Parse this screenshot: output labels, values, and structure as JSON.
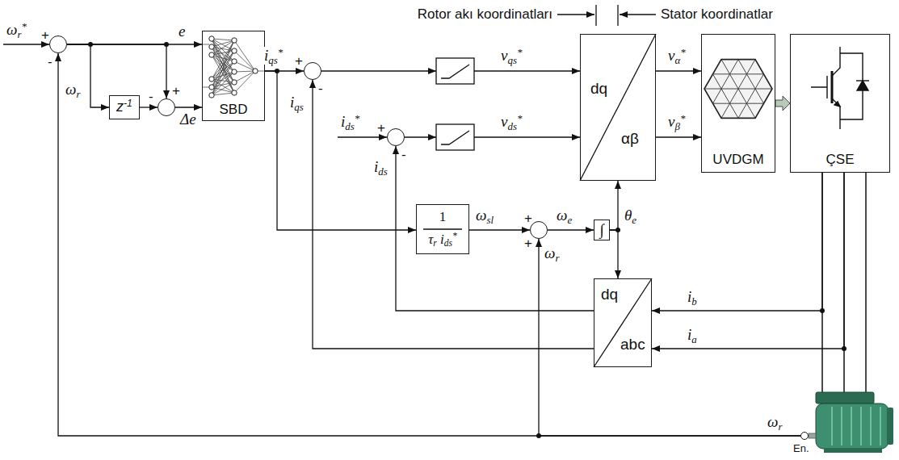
{
  "diagram": {
    "nodes": [
      {
        "text": [
          "+",
          "-"
        ]
      },
      {
        "text": [
          "z-1"
        ]
      },
      {
        "text": [
          "+",
          "-"
        ]
      },
      {
        "text": [
          "SBD"
        ]
      },
      {
        "text": [
          "+",
          "-"
        ]
      },
      {
        "text": [
          "+",
          "-"
        ]
      },
      {
        "text": [
          "dq",
          "αβ"
        ]
      },
      {
        "text": [
          "UVDGM"
        ]
      },
      {
        "text": [
          "ÇSE"
        ]
      },
      {
        "text": [
          "1",
          "τr ids*"
        ]
      },
      {
        "text": [
          "+",
          "+"
        ]
      },
      {
        "text": [
          "∫"
        ]
      },
      {
        "text": [
          "dq",
          "abc"
        ]
      },
      {
        "text": [
          "En."
        ]
      }
    ],
    "edges": [
      {
        "from": 0,
        "to": 3,
        "arrow": "to",
        "label": "e"
      },
      {
        "from": 0,
        "to": 1,
        "arrow": "to"
      },
      {
        "from": 0,
        "to": 2,
        "arrow": "to"
      },
      {
        "from": 1,
        "to": 2,
        "arrow": "to"
      },
      {
        "from": 2,
        "to": 3,
        "arrow": "to",
        "label": "Δe"
      },
      {
        "from": 3,
        "to": 4,
        "arrow": "to",
        "label": "iqs*"
      },
      {
        "from": 3,
        "to": 9,
        "arrow": "to"
      },
      {
        "from": 6,
        "to": 7,
        "arrow": "to",
        "label": "vα*"
      },
      {
        "from": 6,
        "to": 7,
        "arrow": "to",
        "label": "vβ*"
      },
      {
        "from": 7,
        "to": 8,
        "arrow": "to"
      },
      {
        "from": 9,
        "to": 10,
        "arrow": "to",
        "label": "ωsl"
      },
      {
        "from": 10,
        "to": 11,
        "arrow": "to",
        "label": "ωe"
      },
      {
        "from": 11,
        "to": 6,
        "arrow": "to",
        "label": "θe"
      },
      {
        "from": 11,
        "to": 12,
        "arrow": "to"
      },
      {
        "from": 8,
        "to": 12,
        "arrow": "to",
        "label": "ib"
      },
      {
        "from": 8,
        "to": 12,
        "arrow": "to",
        "label": "ia"
      },
      {
        "from": 12,
        "to": 5,
        "arrow": "to",
        "label": "ids"
      },
      {
        "from": 12,
        "to": 4,
        "arrow": "to",
        "label": "iqs"
      },
      {
        "from": 13,
        "to": 0,
        "arrow": "to",
        "label": "ωr"
      },
      {
        "from": 13,
        "to": 10,
        "arrow": "to",
        "label": "ωr"
      }
    ],
    "labels": [
      "Rotor akı koordinatları",
      "Stator koordinatlar",
      "ωr*",
      "ids*",
      "vqs*",
      "vds*",
      "ωr"
    ]
  }
}
